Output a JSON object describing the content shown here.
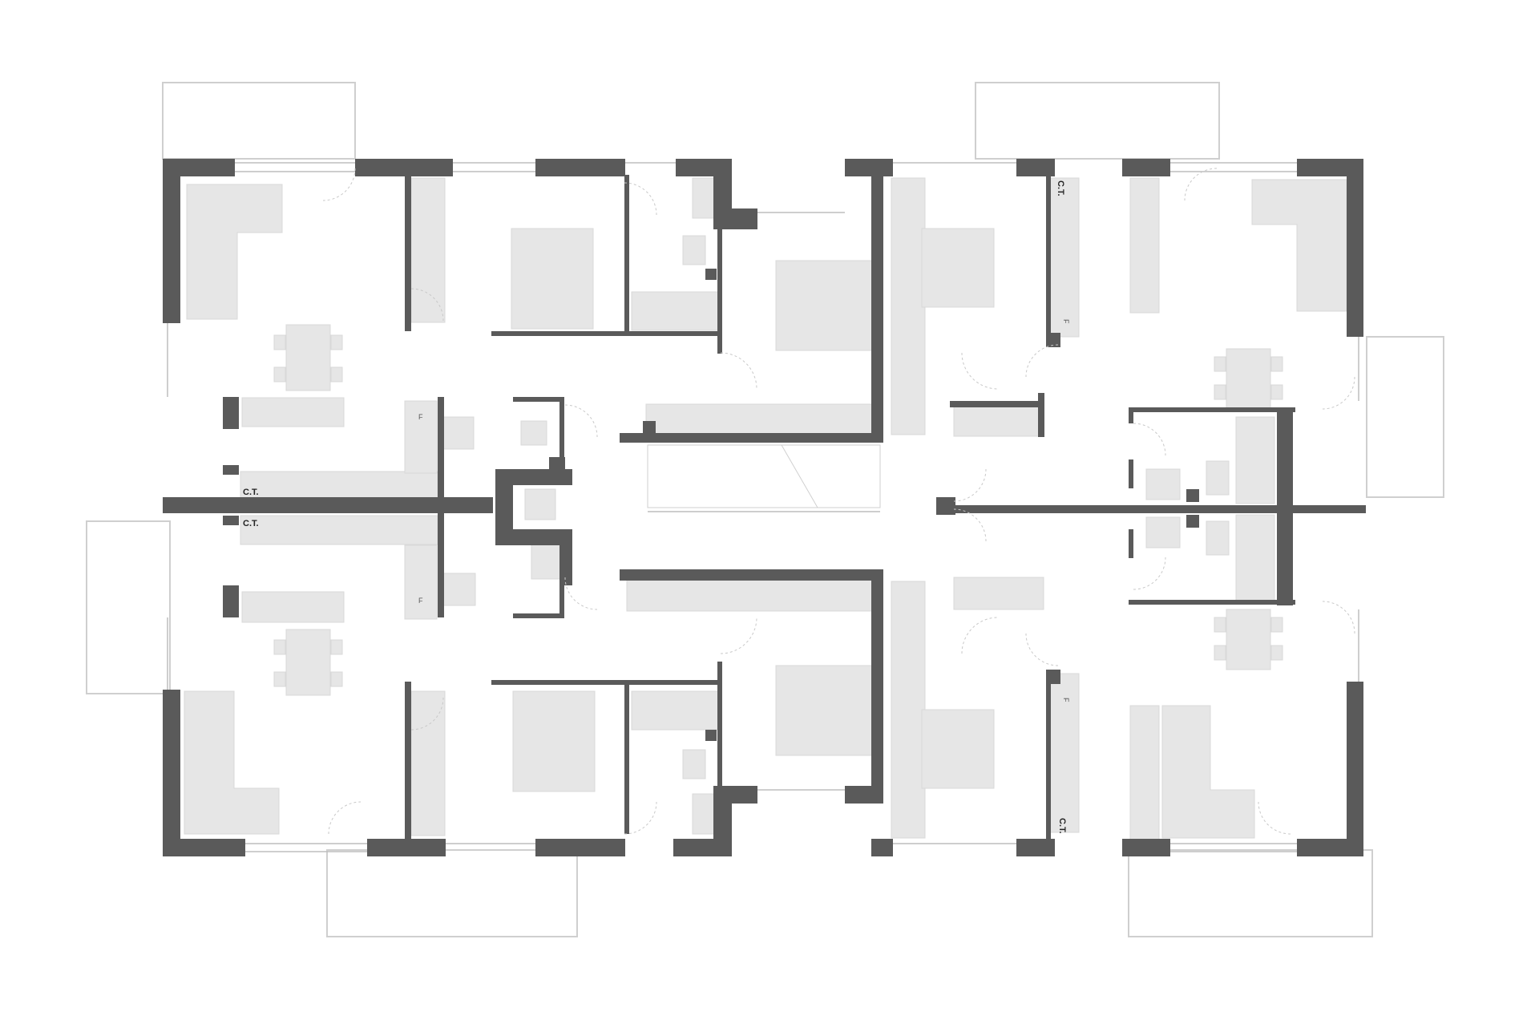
{
  "labels": {
    "ct_left_top": "C.T.",
    "ct_left_bottom": "C.T.",
    "ct_right_top": "C.T.",
    "ct_right_bottom": "C.T.",
    "f_1": "F",
    "f_2": "F",
    "f_3": "F",
    "f_4": "F"
  },
  "colors": {
    "wall": "#5a5a5a",
    "furniture": "#e6e6e6",
    "outline": "#cfcfcf"
  }
}
